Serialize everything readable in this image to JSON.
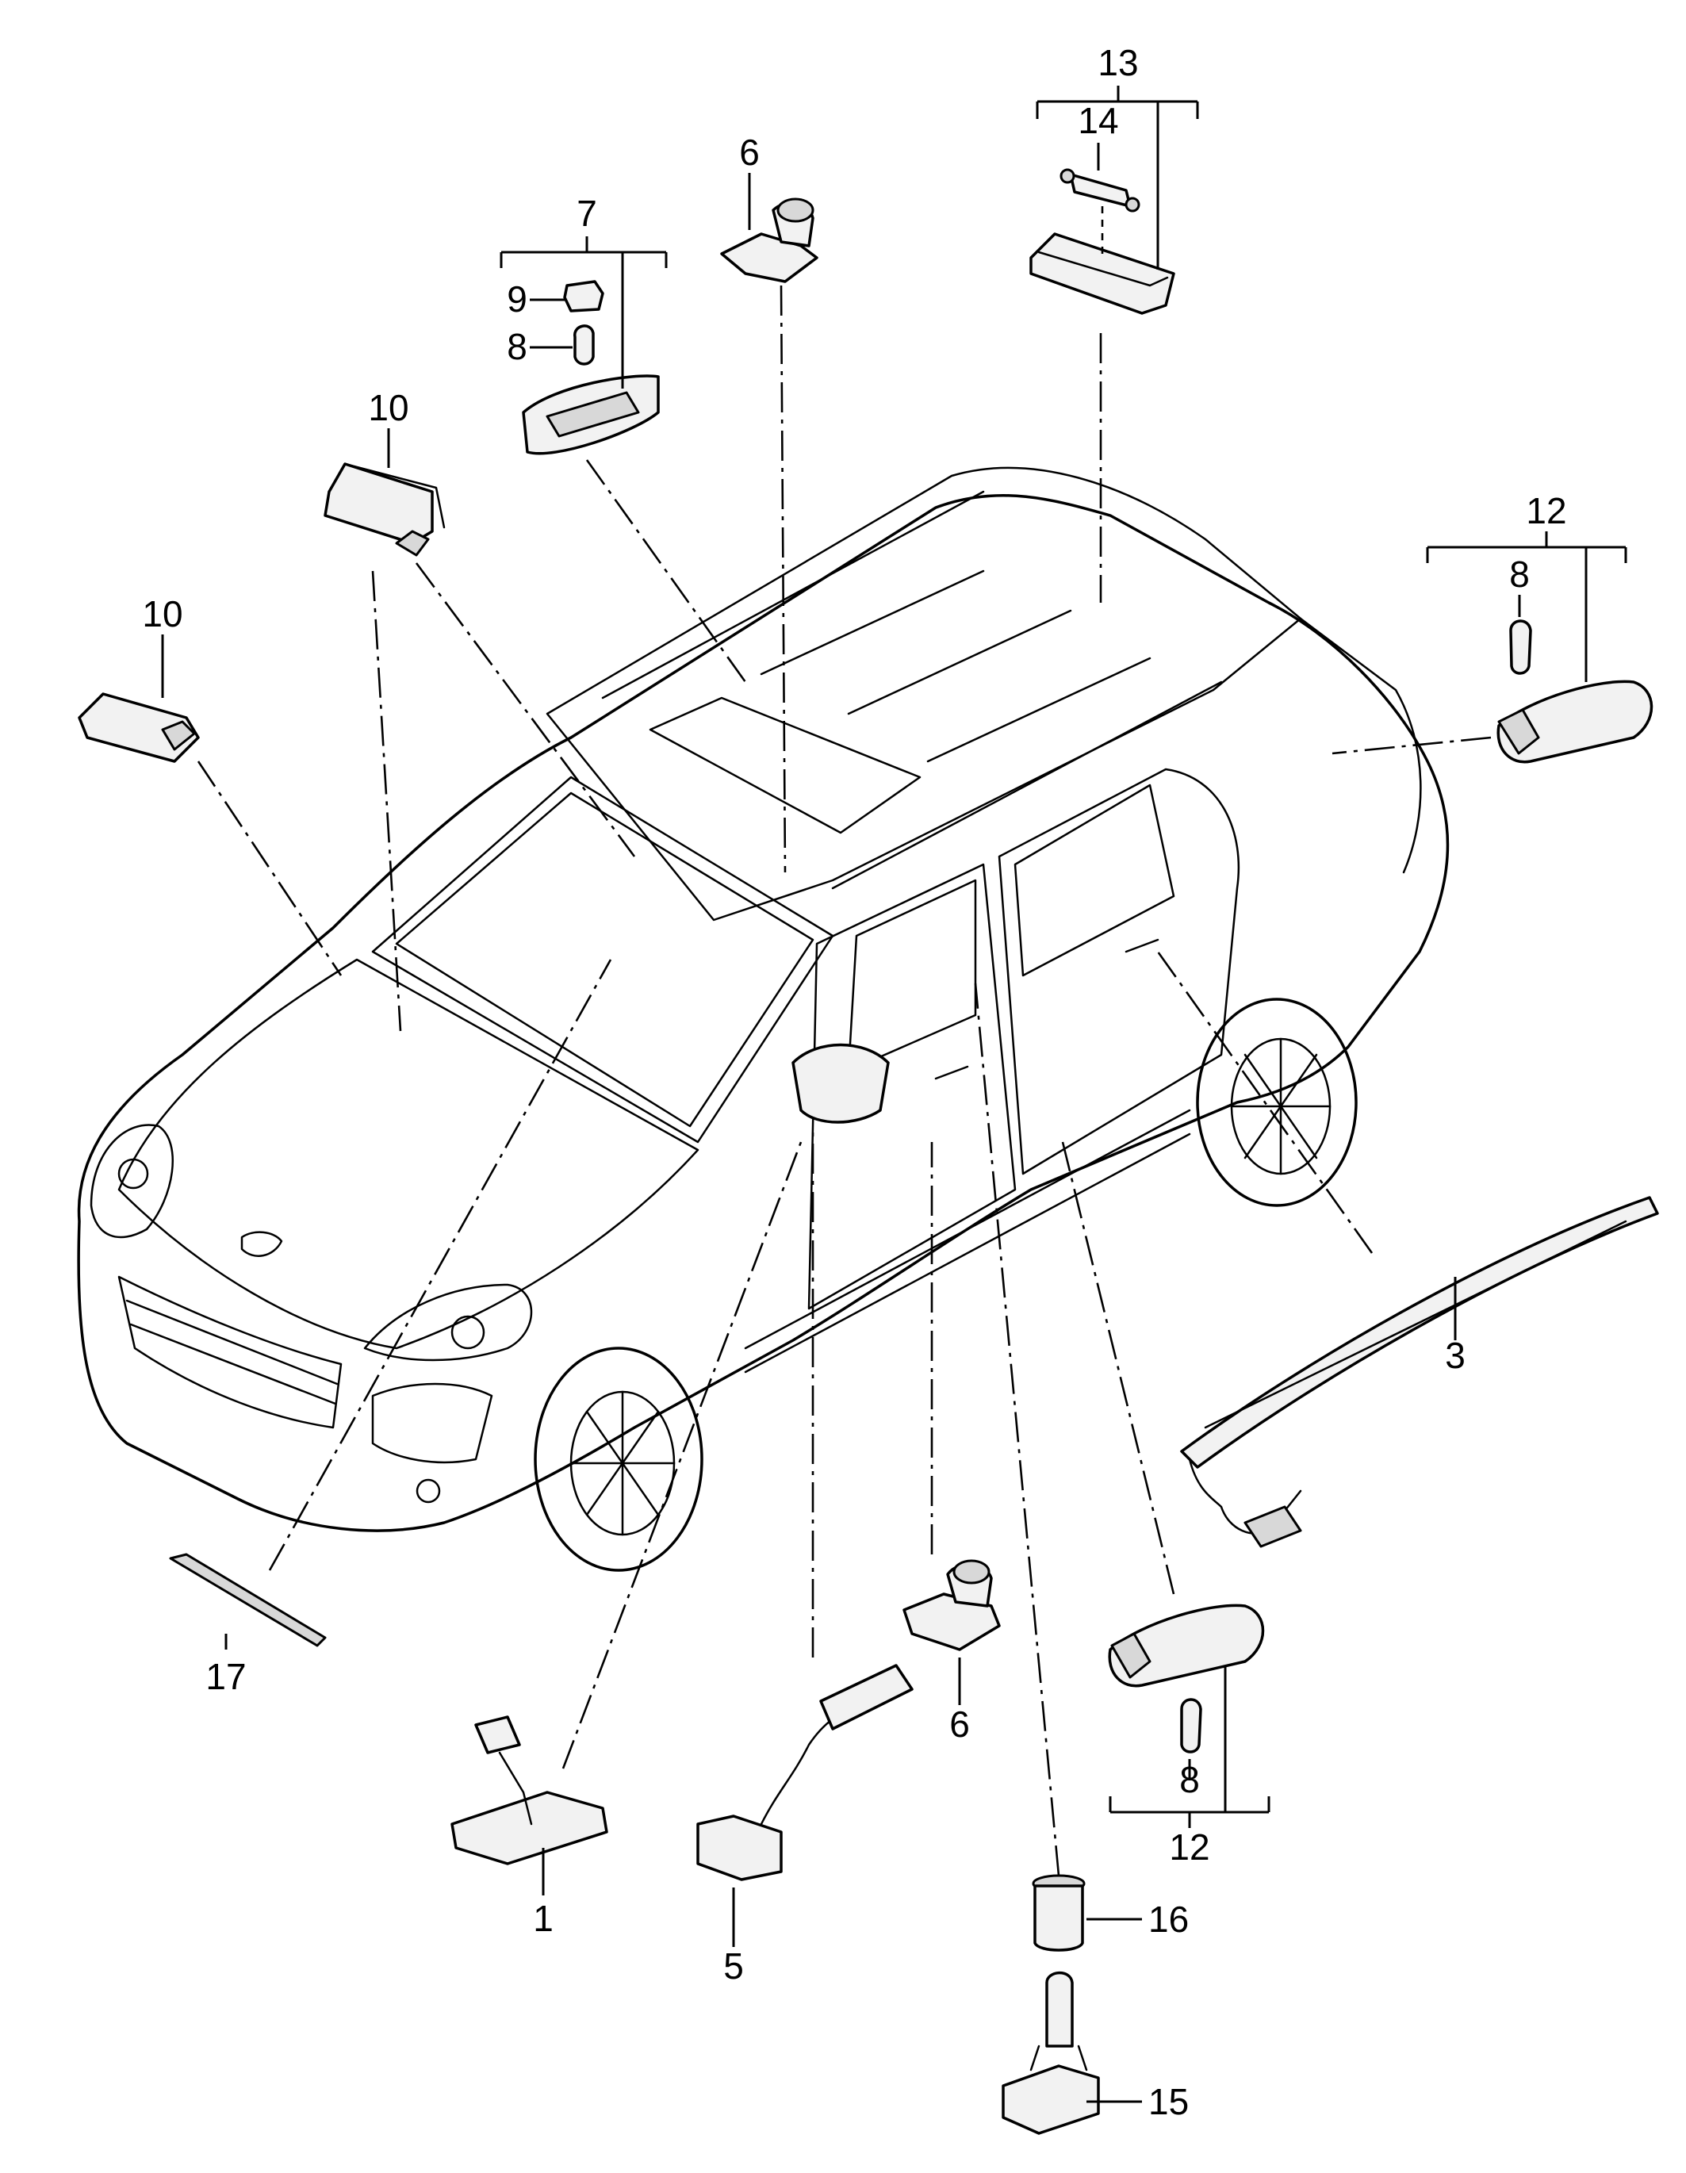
{
  "callouts": {
    "c1": "1",
    "c3": "3",
    "c5": "5",
    "c6a": "6",
    "c6b": "6",
    "c7": "7",
    "c8a": "8",
    "c8b": "8",
    "c8c": "8",
    "c9": "9",
    "c10a": "10",
    "c10b": "10",
    "c12a": "12",
    "c12b": "12",
    "c13": "13",
    "c14": "14",
    "c15": "15",
    "c16": "16",
    "c17": "17"
  }
}
